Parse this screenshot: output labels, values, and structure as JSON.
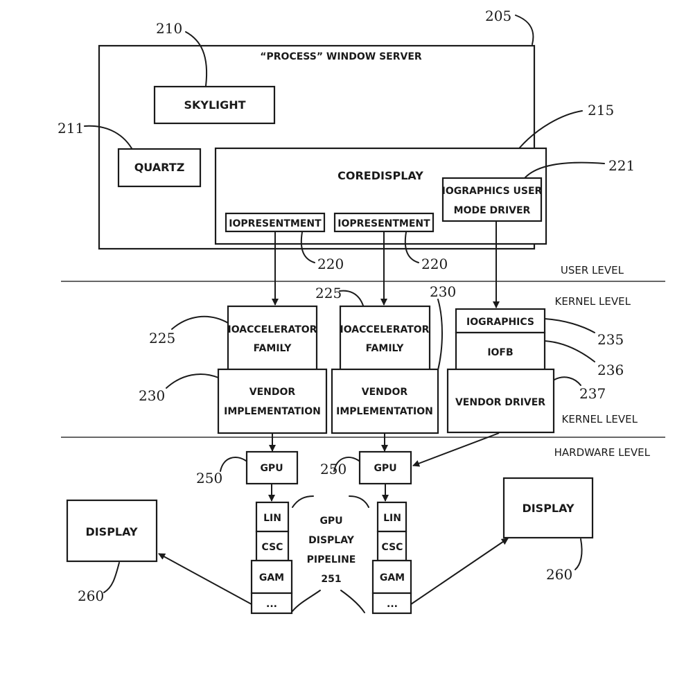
{
  "window_server": {
    "title": "“PROCESS” WINDOW SERVER",
    "ref": "205"
  },
  "skylight": {
    "label": "SKYLIGHT",
    "ref": "210"
  },
  "quartz": {
    "label": "QUARTZ",
    "ref": "211"
  },
  "coredisplay": {
    "label": "COREDISPLAY",
    "ref": "215"
  },
  "iographics_user": {
    "line1": "IOGRAPHICS USER",
    "line2": "MODE DRIVER",
    "ref": "221"
  },
  "iopresentment": {
    "label": "IOPRESENTMENT",
    "ref": "220"
  },
  "levels": {
    "user": "USER LEVEL",
    "kernel_top": "KERNEL LEVEL",
    "kernel_bottom": "KERNEL LEVEL",
    "hardware": "HARDWARE LEVEL"
  },
  "ioaccelerator": {
    "line1": "IOACCELERATOR",
    "line2": "FAMILY",
    "ref": "225"
  },
  "vendor_impl": {
    "line1": "VENDOR",
    "line2": "IMPLEMENTATION",
    "ref": "230"
  },
  "iographics": {
    "label": "IOGRAPHICS",
    "ref": "235"
  },
  "iofb": {
    "label": "IOFB",
    "ref": "236"
  },
  "vendor_driver": {
    "label": "VENDOR DRIVER",
    "ref": "237"
  },
  "gpu": {
    "label": "GPU",
    "ref": "250"
  },
  "pipeline": {
    "stages": [
      "LIN",
      "CSC",
      "GAM",
      "..."
    ],
    "caption": [
      "GPU",
      "DISPLAY",
      "PIPELINE",
      "251"
    ]
  },
  "display": {
    "label": "DISPLAY",
    "ref": "260"
  }
}
